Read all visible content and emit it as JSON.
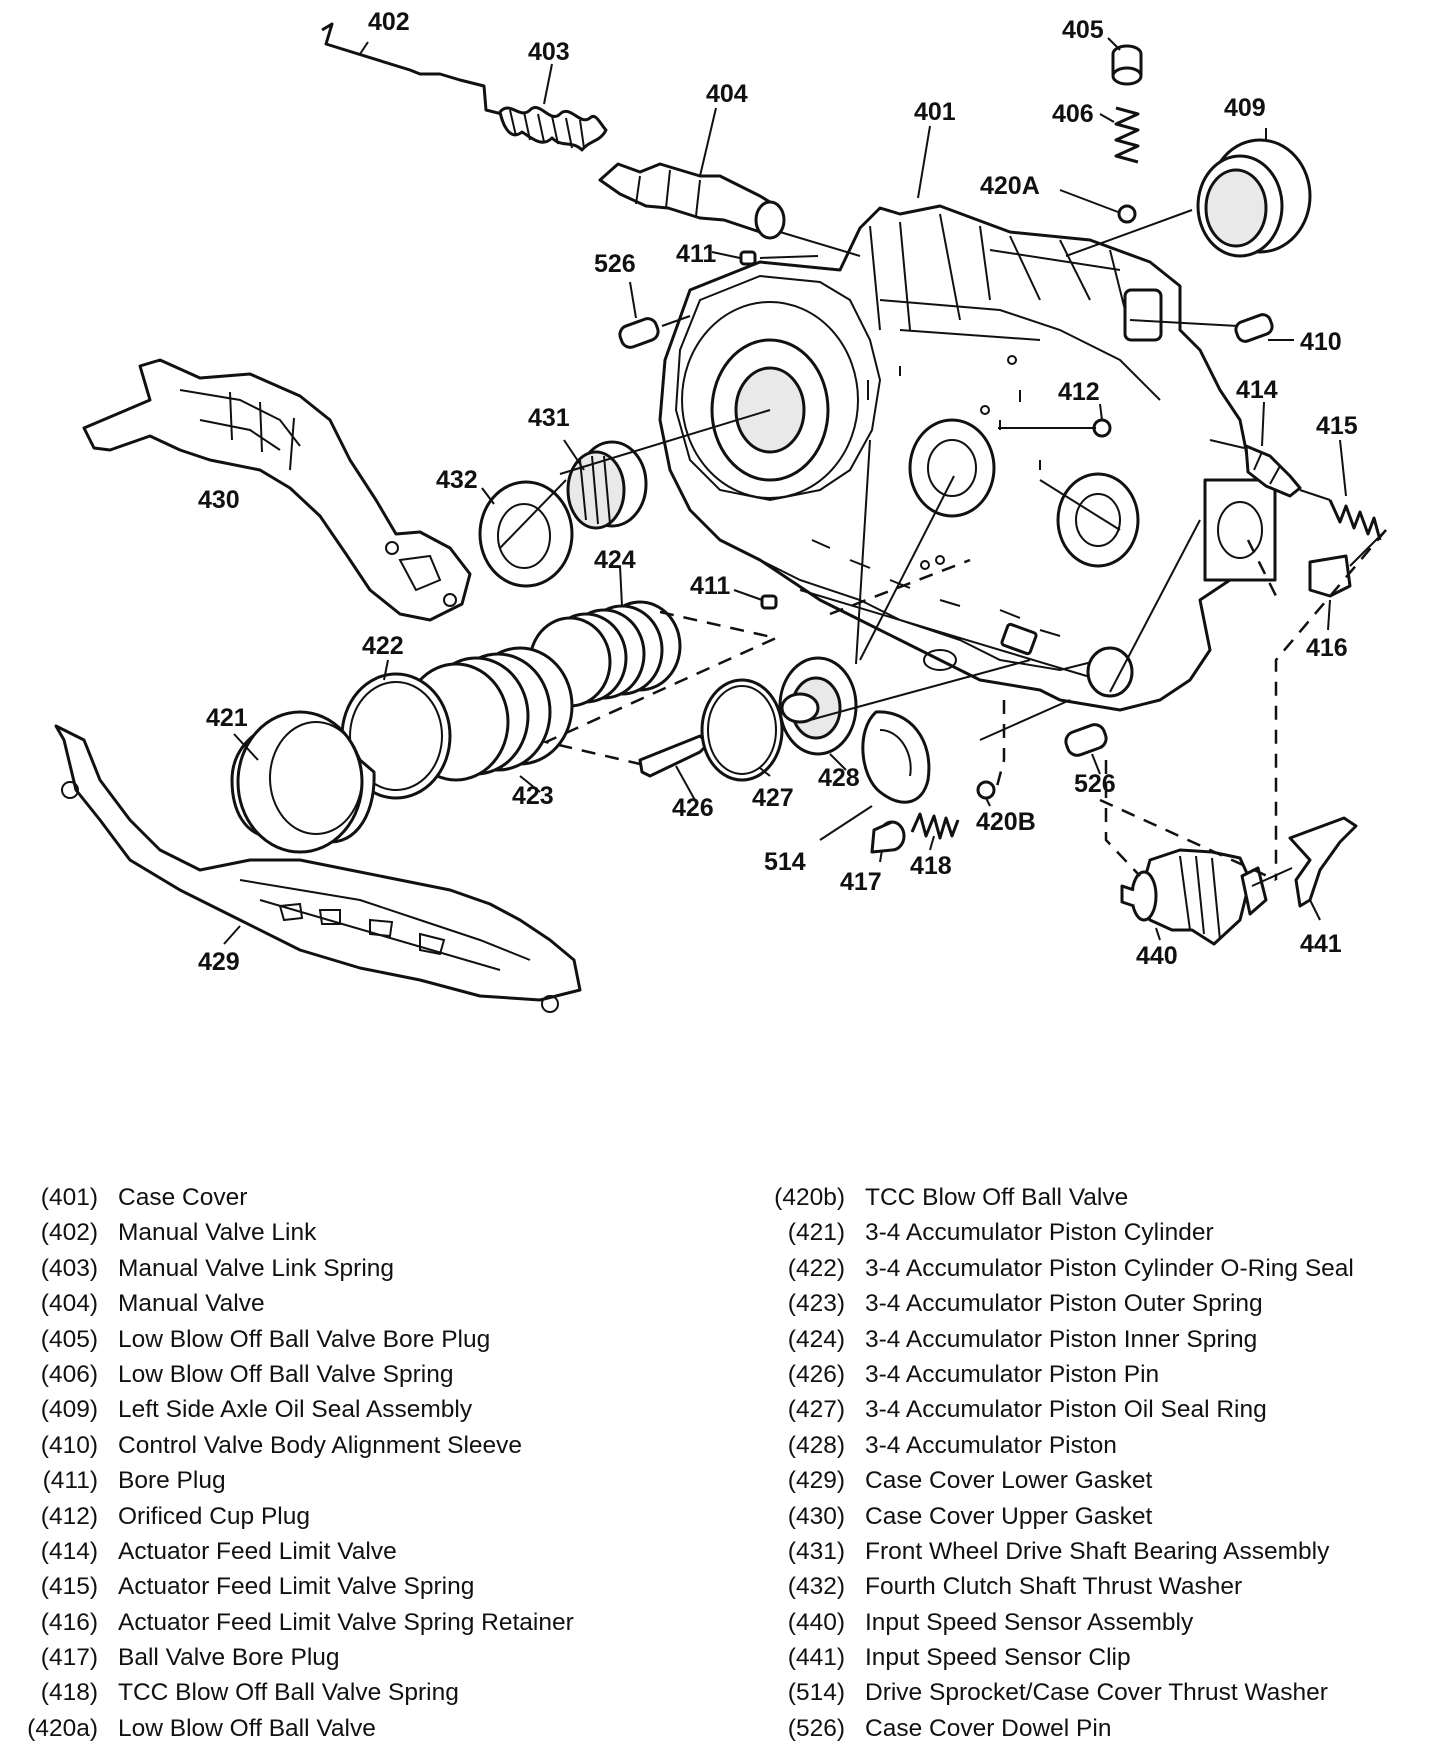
{
  "callouts": {
    "c402": "402",
    "c403": "403",
    "c404": "404",
    "c401": "401",
    "c405": "405",
    "c406": "406",
    "c409": "409",
    "c420A": "420A",
    "c411a": "411",
    "c526a": "526",
    "c410": "410",
    "c412": "412",
    "c414": "414",
    "c415": "415",
    "c431": "431",
    "c432": "432",
    "c430": "430",
    "c424": "424",
    "c411b": "411",
    "c416": "416",
    "c422": "422",
    "c421": "421",
    "c423": "423",
    "c426": "426",
    "c427": "427",
    "c428": "428",
    "c526b": "526",
    "c420B": "420B",
    "c514": "514",
    "c417": "417",
    "c418": "418",
    "c440": "440",
    "c441": "441",
    "c429": "429"
  },
  "legend": {
    "left": [
      {
        "code": "(401)",
        "name": "Case Cover"
      },
      {
        "code": "(402)",
        "name": "Manual Valve Link"
      },
      {
        "code": "(403)",
        "name": "Manual Valve Link Spring"
      },
      {
        "code": "(404)",
        "name": "Manual Valve"
      },
      {
        "code": "(405)",
        "name": "Low Blow Off Ball Valve Bore Plug"
      },
      {
        "code": "(406)",
        "name": "Low Blow Off Ball Valve Spring"
      },
      {
        "code": "(409)",
        "name": "Left Side Axle Oil Seal Assembly"
      },
      {
        "code": "(410)",
        "name": "Control Valve Body Alignment Sleeve"
      },
      {
        "code": "(411)",
        "name": "Bore Plug"
      },
      {
        "code": "(412)",
        "name": "Orificed Cup Plug"
      },
      {
        "code": "(414)",
        "name": "Actuator Feed Limit Valve"
      },
      {
        "code": "(415)",
        "name": "Actuator Feed Limit Valve Spring"
      },
      {
        "code": "(416)",
        "name": "Actuator Feed Limit Valve Spring Retainer"
      },
      {
        "code": "(417)",
        "name": "Ball Valve Bore Plug"
      },
      {
        "code": "(418)",
        "name": "TCC Blow Off Ball Valve Spring"
      },
      {
        "code": "(420a)",
        "name": "Low Blow Off Ball Valve"
      }
    ],
    "right": [
      {
        "code": "(420b)",
        "name": "TCC Blow Off Ball Valve"
      },
      {
        "code": "(421)",
        "name": "3-4 Accumulator Piston Cylinder"
      },
      {
        "code": "(422)",
        "name": "3-4 Accumulator Piston Cylinder O-Ring Seal"
      },
      {
        "code": "(423)",
        "name": "3-4 Accumulator Piston Outer Spring"
      },
      {
        "code": "(424)",
        "name": "3-4 Accumulator Piston Inner Spring"
      },
      {
        "code": "(426)",
        "name": "3-4 Accumulator Piston Pin"
      },
      {
        "code": "(427)",
        "name": "3-4 Accumulator Piston Oil Seal Ring"
      },
      {
        "code": "(428)",
        "name": "3-4 Accumulator Piston"
      },
      {
        "code": "(429)",
        "name": "Case Cover Lower Gasket"
      },
      {
        "code": "(430)",
        "name": "Case Cover Upper Gasket"
      },
      {
        "code": "(431)",
        "name": "Front Wheel Drive Shaft Bearing Assembly"
      },
      {
        "code": "(432)",
        "name": "Fourth Clutch Shaft Thrust Washer"
      },
      {
        "code": "(440)",
        "name": "Input Speed Sensor Assembly"
      },
      {
        "code": "(441)",
        "name": "Input Speed Sensor Clip"
      },
      {
        "code": "(514)",
        "name": "Drive Sprocket/Case Cover Thrust Washer"
      },
      {
        "code": "(526)",
        "name": "Case Cover Dowel Pin"
      }
    ]
  }
}
